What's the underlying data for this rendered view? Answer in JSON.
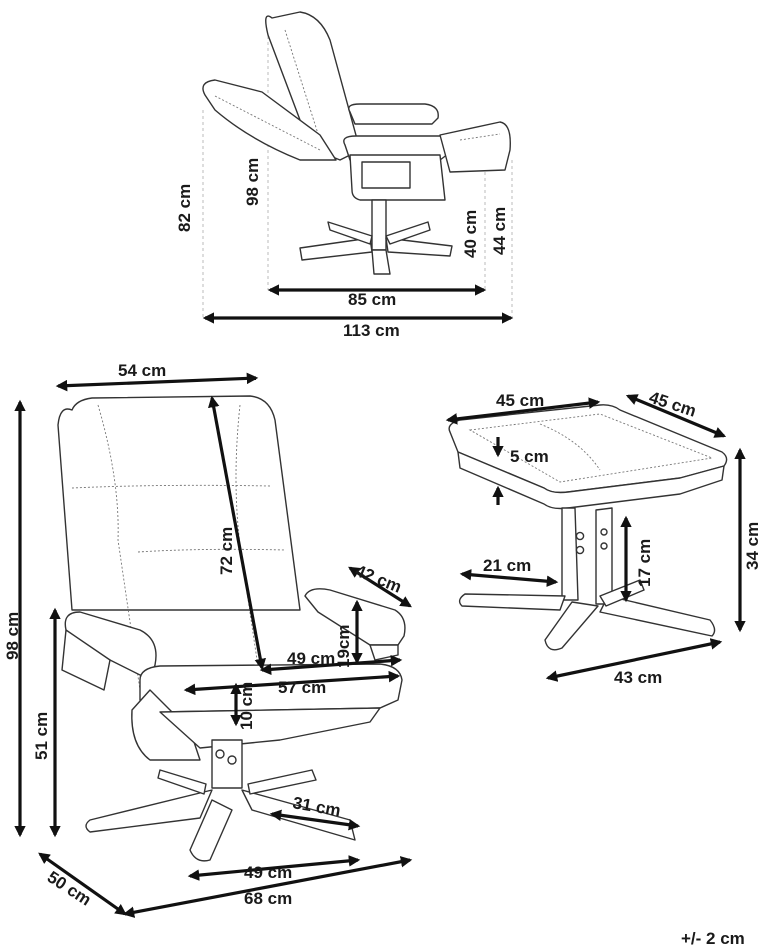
{
  "side_view": {
    "seat_height": "44 cm",
    "seat_height_inner": "40 cm",
    "back_height_reclined": "98 cm",
    "back_height": "82 cm",
    "base_length": "85 cm",
    "total_length": "113 cm"
  },
  "chair_front": {
    "width": "54 cm",
    "back_length": "72 cm",
    "armrest_length": "42 cm",
    "armrest_height": "19cm",
    "seat_width": "49 cm",
    "seat_depth": "57 cm",
    "seat_thickness": "10 cm",
    "total_height": "98 cm",
    "arm_height": "51 cm",
    "leg_length": "31 cm",
    "base_width": "49 cm",
    "base_depth": "50 cm",
    "base_total": "68 cm"
  },
  "ottoman": {
    "width": "45 cm",
    "depth": "45 cm",
    "cushion_thickness": "5 cm",
    "leg_reach": "21 cm",
    "column_height": "17 cm",
    "total_height": "34 cm",
    "base_span": "43 cm"
  },
  "tolerance": "+/- 2 cm"
}
